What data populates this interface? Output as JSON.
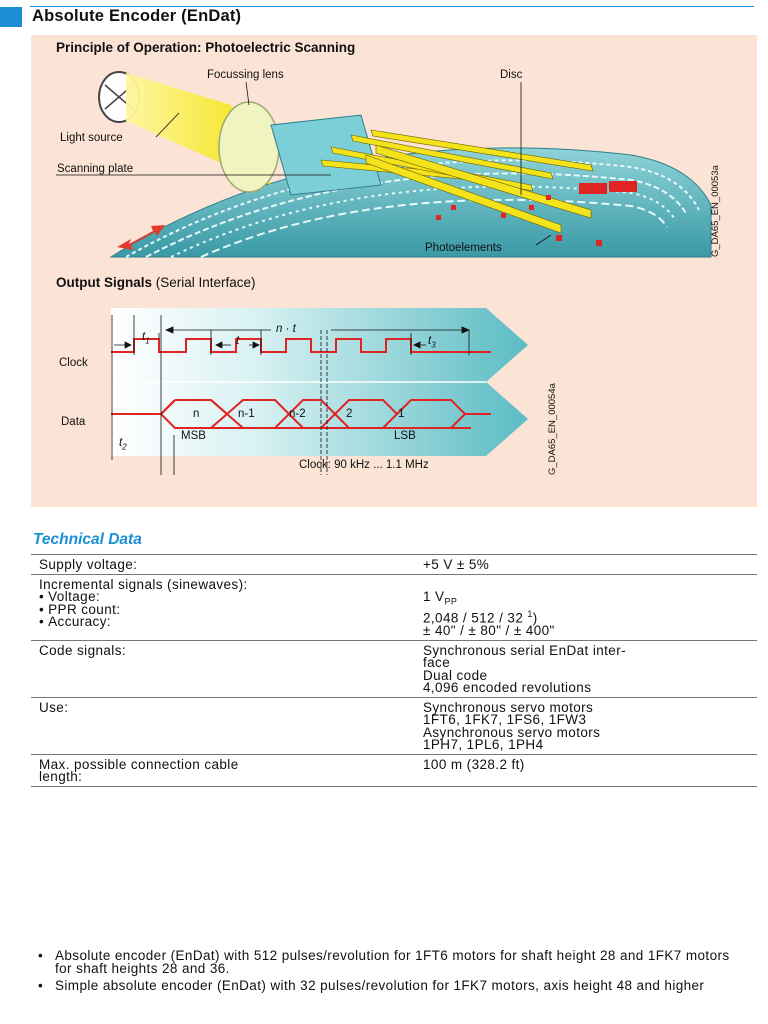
{
  "header": {
    "title": "Absolute Encoder (EnDat)"
  },
  "principle": {
    "title": "Principle of Operation: Photoelectric Scanning",
    "labels": {
      "focussing_lens": "Focussing lens",
      "disc": "Disc",
      "light_source": "Light source",
      "scanning_plate": "Scanning plate",
      "photoelements": "Photoelements"
    },
    "figure_code": "G_DA65_EN_00053a"
  },
  "output": {
    "title_bold": "Output Signals",
    "title_normal": "(Serial Interface)",
    "clock_label": "Clock",
    "data_label": "Data",
    "t1": "t",
    "t1_sub": "1",
    "t": "t",
    "nt": "n · t",
    "t3": "t",
    "t3_sub": "3",
    "t2": "t",
    "t2_sub": "2",
    "bits": [
      "n",
      "n-1",
      "n-2",
      "2",
      "1"
    ],
    "msb": "MSB",
    "lsb": "LSB",
    "clock_range": "Clock: 90 kHz ... 1.1 MHz",
    "figure_code": "G_DA65_EN_00054a"
  },
  "technical": {
    "heading": "Technical Data",
    "supply_label": "Supply voltage:",
    "supply_value": "+5 V ± 5%",
    "inc_label": "Incremental signals (sinewaves):",
    "voltage_label": "Voltage:",
    "voltage_value": "1 V",
    "voltage_sub": "PP",
    "ppr_label": "PPR count:",
    "ppr_value": "2,048 / 512 / 32",
    "ppr_sup": "1",
    "ppr_suffix": ")",
    "accuracy_label": "Accuracy:",
    "accuracy_value": "± 40\" / ± 80\" / ± 400\"",
    "code_label": "Code signals:",
    "code_lines": [
      "Synchronous serial EnDat inter-",
      "face",
      "Dual code",
      "4,096 encoded revolutions"
    ],
    "use_label": "Use:",
    "use_lines": [
      "Synchronous servo motors",
      "1FT6, 1FK7, 1FS6, 1FW3",
      "Asynchronous servo motors",
      "1PH7, 1PL6, 1PH4"
    ],
    "cable_label_lines": [
      "Max. possible connection cable",
      "length:"
    ],
    "cable_value": "100 m (328.2 ft)"
  },
  "notes": [
    "Absolute encoder (EnDat) with 512 pulses/revolution for 1FT6 motors for shaft height 28 and 1FK7 motors for shaft heights 28 and 36.",
    "Simple absolute encoder (EnDat) with 32 pulses/revolution for 1FK7 motors, axis height 48 and higher"
  ],
  "colors": {
    "accent": "#1a8fd8",
    "panel": "#fbe4d6",
    "signal": "#e02424",
    "teal": "#5bbcc4"
  }
}
